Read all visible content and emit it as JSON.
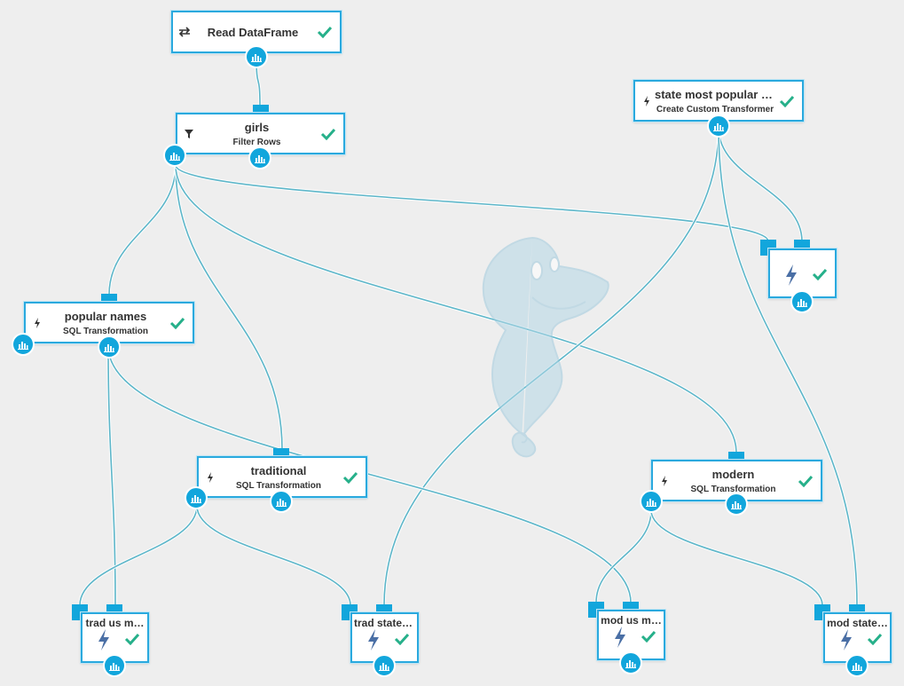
{
  "colors": {
    "accent": "#12a6dc",
    "border": "#2aa9de",
    "edge": "#5db6c9",
    "check": "#26b08a",
    "bolt_large": "#4a6fa5",
    "background": "#eeeeee",
    "watermark": "#b5d7e6"
  },
  "watermark_icon": "seahorse-mascot",
  "nodes": {
    "read_dataframe": {
      "title": "Read DataFrame",
      "subtitle": "",
      "icon": "swap-arrows-icon",
      "status": "check-icon"
    },
    "girls": {
      "title": "girls",
      "subtitle": "Filter Rows",
      "icon": "filter-icon",
      "status": "check-icon"
    },
    "state_most_popular": {
      "title": "state most popular na…",
      "subtitle": "Create Custom Transformer",
      "icon": "bolt-icon",
      "status": "check-icon"
    },
    "custom_unlabeled": {
      "title": "",
      "subtitle": "",
      "icon": "bolt-icon",
      "status": "check-icon"
    },
    "popular_names": {
      "title": "popular names",
      "subtitle": "SQL Transformation",
      "icon": "bolt-icon",
      "status": "check-icon"
    },
    "traditional": {
      "title": "traditional",
      "subtitle": "SQL Transformation",
      "icon": "bolt-icon",
      "status": "check-icon"
    },
    "modern": {
      "title": "modern",
      "subtitle": "SQL Transformation",
      "icon": "bolt-icon",
      "status": "check-icon"
    },
    "trad_us": {
      "title": "trad us m…",
      "subtitle": "",
      "icon": "bolt-icon",
      "status": "check-icon"
    },
    "trad_state": {
      "title": "trad state …",
      "subtitle": "",
      "icon": "bolt-icon",
      "status": "check-icon"
    },
    "mod_us": {
      "title": "mod us m…",
      "subtitle": "",
      "icon": "bolt-icon",
      "status": "check-icon"
    },
    "mod_state": {
      "title": "mod state…",
      "subtitle": "",
      "icon": "bolt-icon",
      "status": "check-icon"
    }
  },
  "port_icon": "bar-chart-icon"
}
